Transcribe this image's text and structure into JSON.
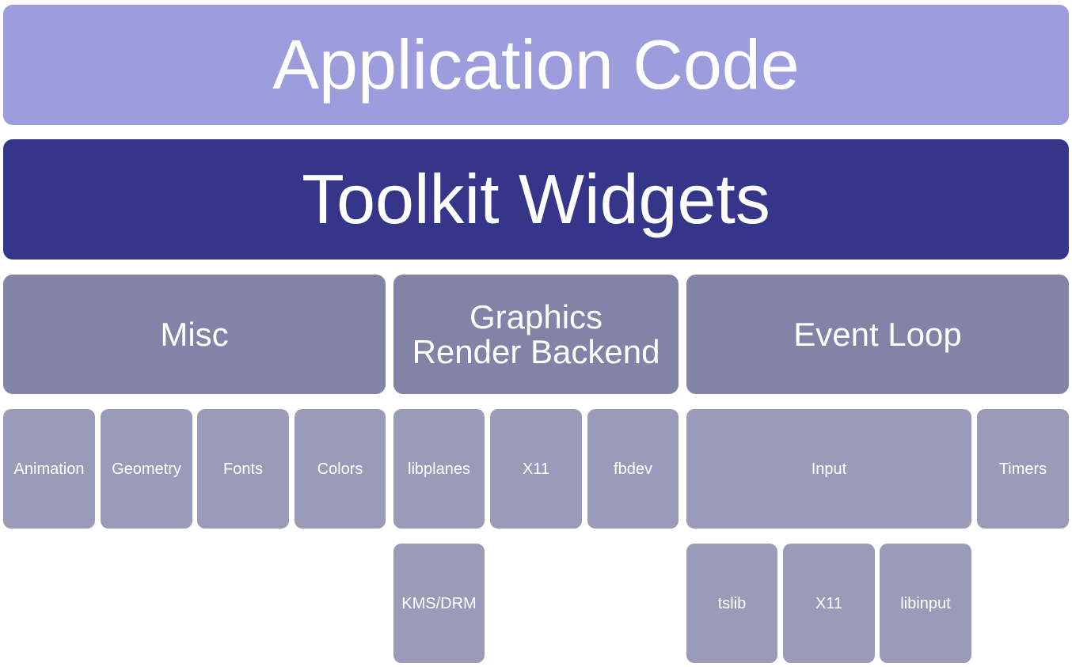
{
  "layers": {
    "application": "Application Code",
    "toolkit": "Toolkit Widgets"
  },
  "sections": {
    "misc": "Misc",
    "graphics": "Graphics\nRender Backend",
    "event_loop": "Event Loop"
  },
  "misc_items": [
    "Animation",
    "Geometry",
    "Fonts",
    "Colors"
  ],
  "graphics_items": [
    "libplanes",
    "X11",
    "fbdev",
    "KMS/DRM"
  ],
  "event_items": {
    "input": "Input",
    "timers": "Timers",
    "input_items": [
      "tslib",
      "X11",
      "libinput"
    ]
  },
  "colors": {
    "application": "#9d9ddd",
    "toolkit": "#35358a",
    "section": "#8383a8",
    "leaf": "#9a9bb8",
    "text": "#ffffff"
  }
}
